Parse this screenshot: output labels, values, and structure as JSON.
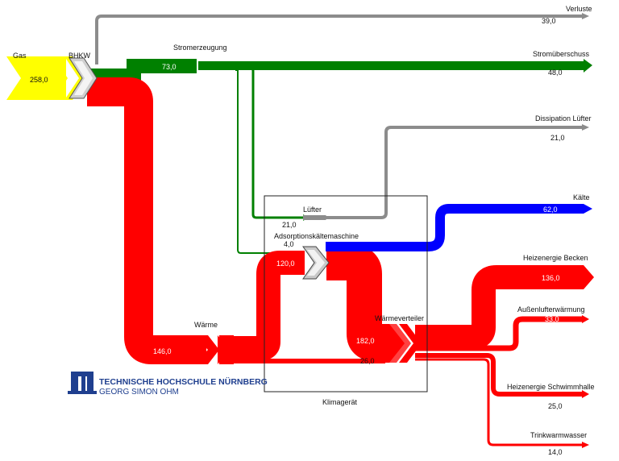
{
  "colors": {
    "gas": "#ffff00",
    "electricity": "#008000",
    "heat": "#ff0000",
    "losses": "#808080",
    "cold": "#0000ff",
    "logo": "#1f3f8f"
  },
  "nodes": {
    "bhkw": "BHKW",
    "stromerzeugung": "Stromerzeugung",
    "waerme": "Wärme",
    "luefter": "Lüfter",
    "adsorption": "Adsorptionskältemaschine",
    "waermeverteiler": "Wärmeverteiler",
    "klimageraet": "Klimagerät"
  },
  "flows": {
    "gas": {
      "label": "Gas",
      "value": "258,0"
    },
    "verluste": {
      "label": "Verluste",
      "value": "39,0"
    },
    "strom": {
      "value": "73,0"
    },
    "stromueberschuss": {
      "label": "Stromüberschuss",
      "value": "48,0"
    },
    "dissipation": {
      "label": "Dissipation Lüfter",
      "value": "21,0"
    },
    "luefter_in": {
      "value": "21,0"
    },
    "adsorption_strom": {
      "value": "4,0"
    },
    "kaelte": {
      "label": "Kälte",
      "value": "62,0"
    },
    "waerme": {
      "value": "146,0"
    },
    "ads_waerme": {
      "value": "120,0"
    },
    "verteiler": {
      "value": "182,0"
    },
    "bypass": {
      "value": "26,0"
    },
    "becken": {
      "label": "Heizenergie Becken",
      "value": "136,0"
    },
    "aussenluft": {
      "label": "Außenlufterwärmung",
      "value": "33,0"
    },
    "schwimmhalle": {
      "label": "Heizenergie Schwimmhalle",
      "value": "25,0"
    },
    "trinkwasser": {
      "label": "Trinkwarmwasser",
      "value": "14,0"
    }
  },
  "logo": {
    "line1": "TECHNISCHE HOCHSCHULE NÜRNBERG",
    "line2": "GEORG SIMON OHM"
  }
}
